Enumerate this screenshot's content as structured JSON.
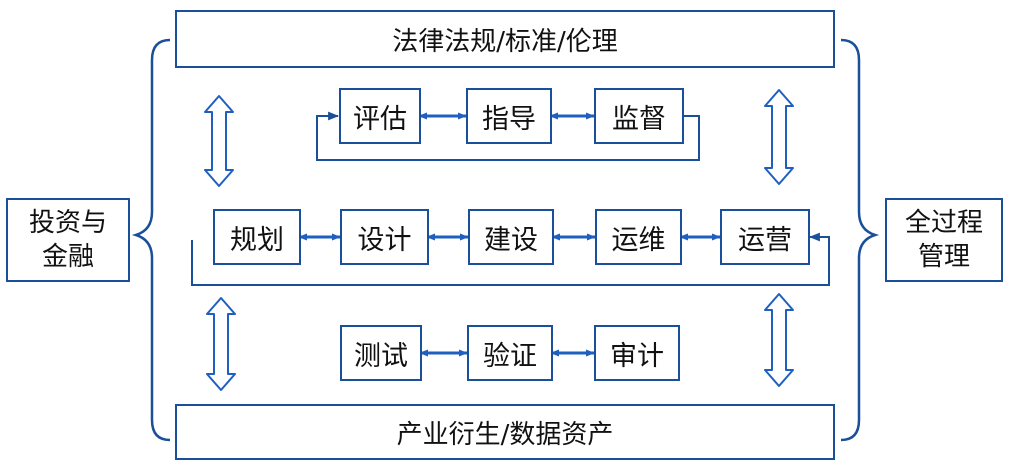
{
  "colors": {
    "stroke": "#1a4f9a",
    "arrow": "#1f5fbf",
    "text": "#111111"
  },
  "bands": {
    "top": "法律法规/标准/伦理",
    "bottom": "产业衍生/数据资产"
  },
  "side_left": {
    "line1": "投资与",
    "line2": "金融"
  },
  "side_right": {
    "line1": "全过程",
    "line2": "管理"
  },
  "rows": {
    "upper": [
      "评估",
      "指导",
      "监督"
    ],
    "middle": [
      "规划",
      "设计",
      "建设",
      "运维",
      "运营"
    ],
    "lower": [
      "测试",
      "验证",
      "审计"
    ]
  },
  "icons": [
    "double-arrow-icon",
    "vertical-hollow-double-arrow-icon",
    "feedback-loop-arrow-icon",
    "curly-brace-icon"
  ]
}
